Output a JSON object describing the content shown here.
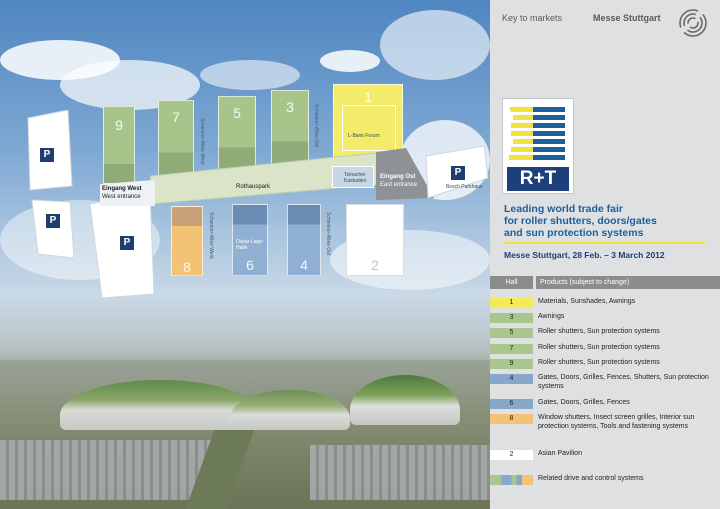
{
  "header": {
    "tagline_left": "Key to markets",
    "brand": "Messe Stuttgart"
  },
  "logo": {
    "text": "R+T"
  },
  "event": {
    "tagline_lines": [
      "Leading world trade fair",
      "for roller shutters, doors/gates",
      "and sun protection systems"
    ],
    "date_line": "Messe Stuttgart, 28 Feb. – 3 March 2012"
  },
  "colors": {
    "yellow": "#f2ec6a",
    "green": "#a7c58a",
    "blue": "#7fa3c8",
    "orange": "#f3c070",
    "white": "#ffffff",
    "title_blue": "#1d5e9c",
    "navy": "#1d3f7a"
  },
  "legend": {
    "col_hall": "Hall",
    "col_products": "Products (subject to change)",
    "rows": [
      {
        "hall": "1",
        "color": "#f5ea55",
        "products": "Materials, Sunshades, Awnings"
      },
      {
        "hall": "3",
        "color": "#a9c78c",
        "products": "Awnings"
      },
      {
        "hall": "5",
        "color": "#a9c78c",
        "products": "Roller shutters, Sun protection systems"
      },
      {
        "hall": "7",
        "color": "#a9c78c",
        "products": "Roller shutters, Sun protection systems"
      },
      {
        "hall": "9",
        "color": "#a9c78c",
        "products": "Roller shutters, Sun protection systems"
      },
      {
        "hall": "4",
        "color": "#86a8cb",
        "products": "Gates, Doors, Grilles, Fences, Shutters, Sun protection systems"
      },
      {
        "hall": "6",
        "color": "#86a8cb",
        "products": "Gates, Doors, Grilles, Fences"
      },
      {
        "hall": "8",
        "color": "#f4c275",
        "products": "Window shutters, Insect screen grilles, Interior sun protection systems, Tools and fastening systems"
      },
      {
        "hall": "2",
        "color": "#ffffff",
        "products": "Asian Pavilion"
      },
      {
        "hall": "",
        "color": "multi",
        "products": "Related drive and control systems"
      }
    ]
  },
  "map": {
    "halls": {
      "h9": "9",
      "h7": "7",
      "h5": "5",
      "h3": "3",
      "h1": "1",
      "h8": "8",
      "h6": "6",
      "h4": "4",
      "h2": "2"
    },
    "parking": "P",
    "lbank_forum": "L-Bank Forum",
    "rothauspark": "Rothauspark",
    "teinacher": "Teinacher Kaskaden",
    "entrance_west_de": "Eingang West",
    "entrance_west_en": "West entrance",
    "entrance_east_de": "Eingang Ost",
    "entrance_east_en": "East entrance",
    "bosch_parkhaus": "Bosch Parkhaus",
    "oskar_lapp": "Oskar-Lapp-Halle",
    "street_west": "Schenker-Allee West",
    "street_ost": "Schenker-Allee Ost",
    "street_west_upper": "Schenker-Allee West",
    "street_ost_upper": "Schenker-Allee Ost"
  }
}
